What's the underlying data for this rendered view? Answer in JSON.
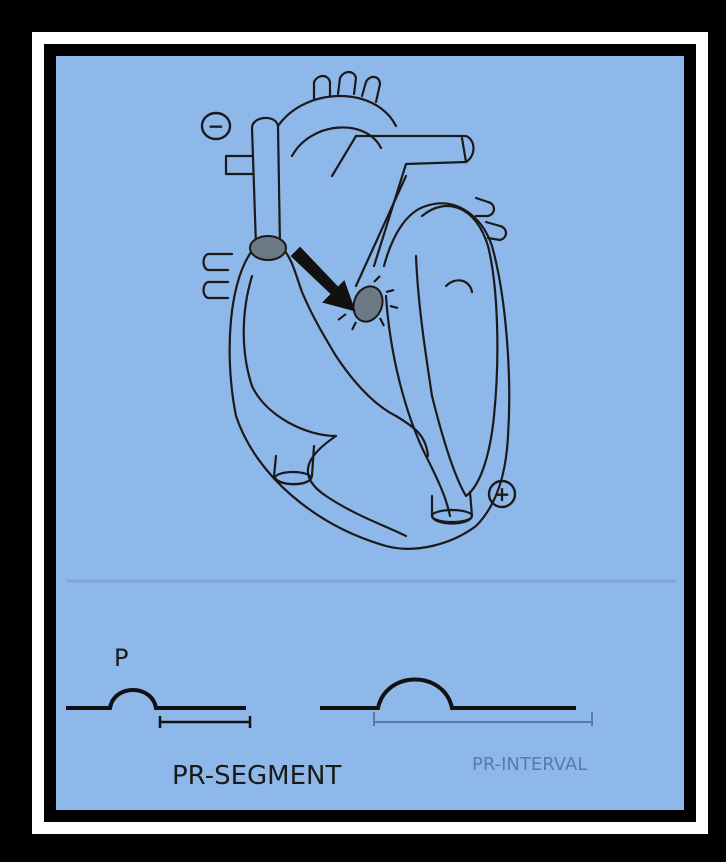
{
  "heart": {
    "negative_electrode": "−",
    "positive_electrode": "+"
  },
  "ecg": {
    "wave_label": "P",
    "segment_label": "PR-SEGMENT",
    "interval_label": "PR-INTERVAL"
  },
  "colors": {
    "board": "#8fb8ea",
    "ink": "#1a1a1a",
    "faint_ink": "#5a7aa8",
    "node_fill": "#6b7a84"
  }
}
